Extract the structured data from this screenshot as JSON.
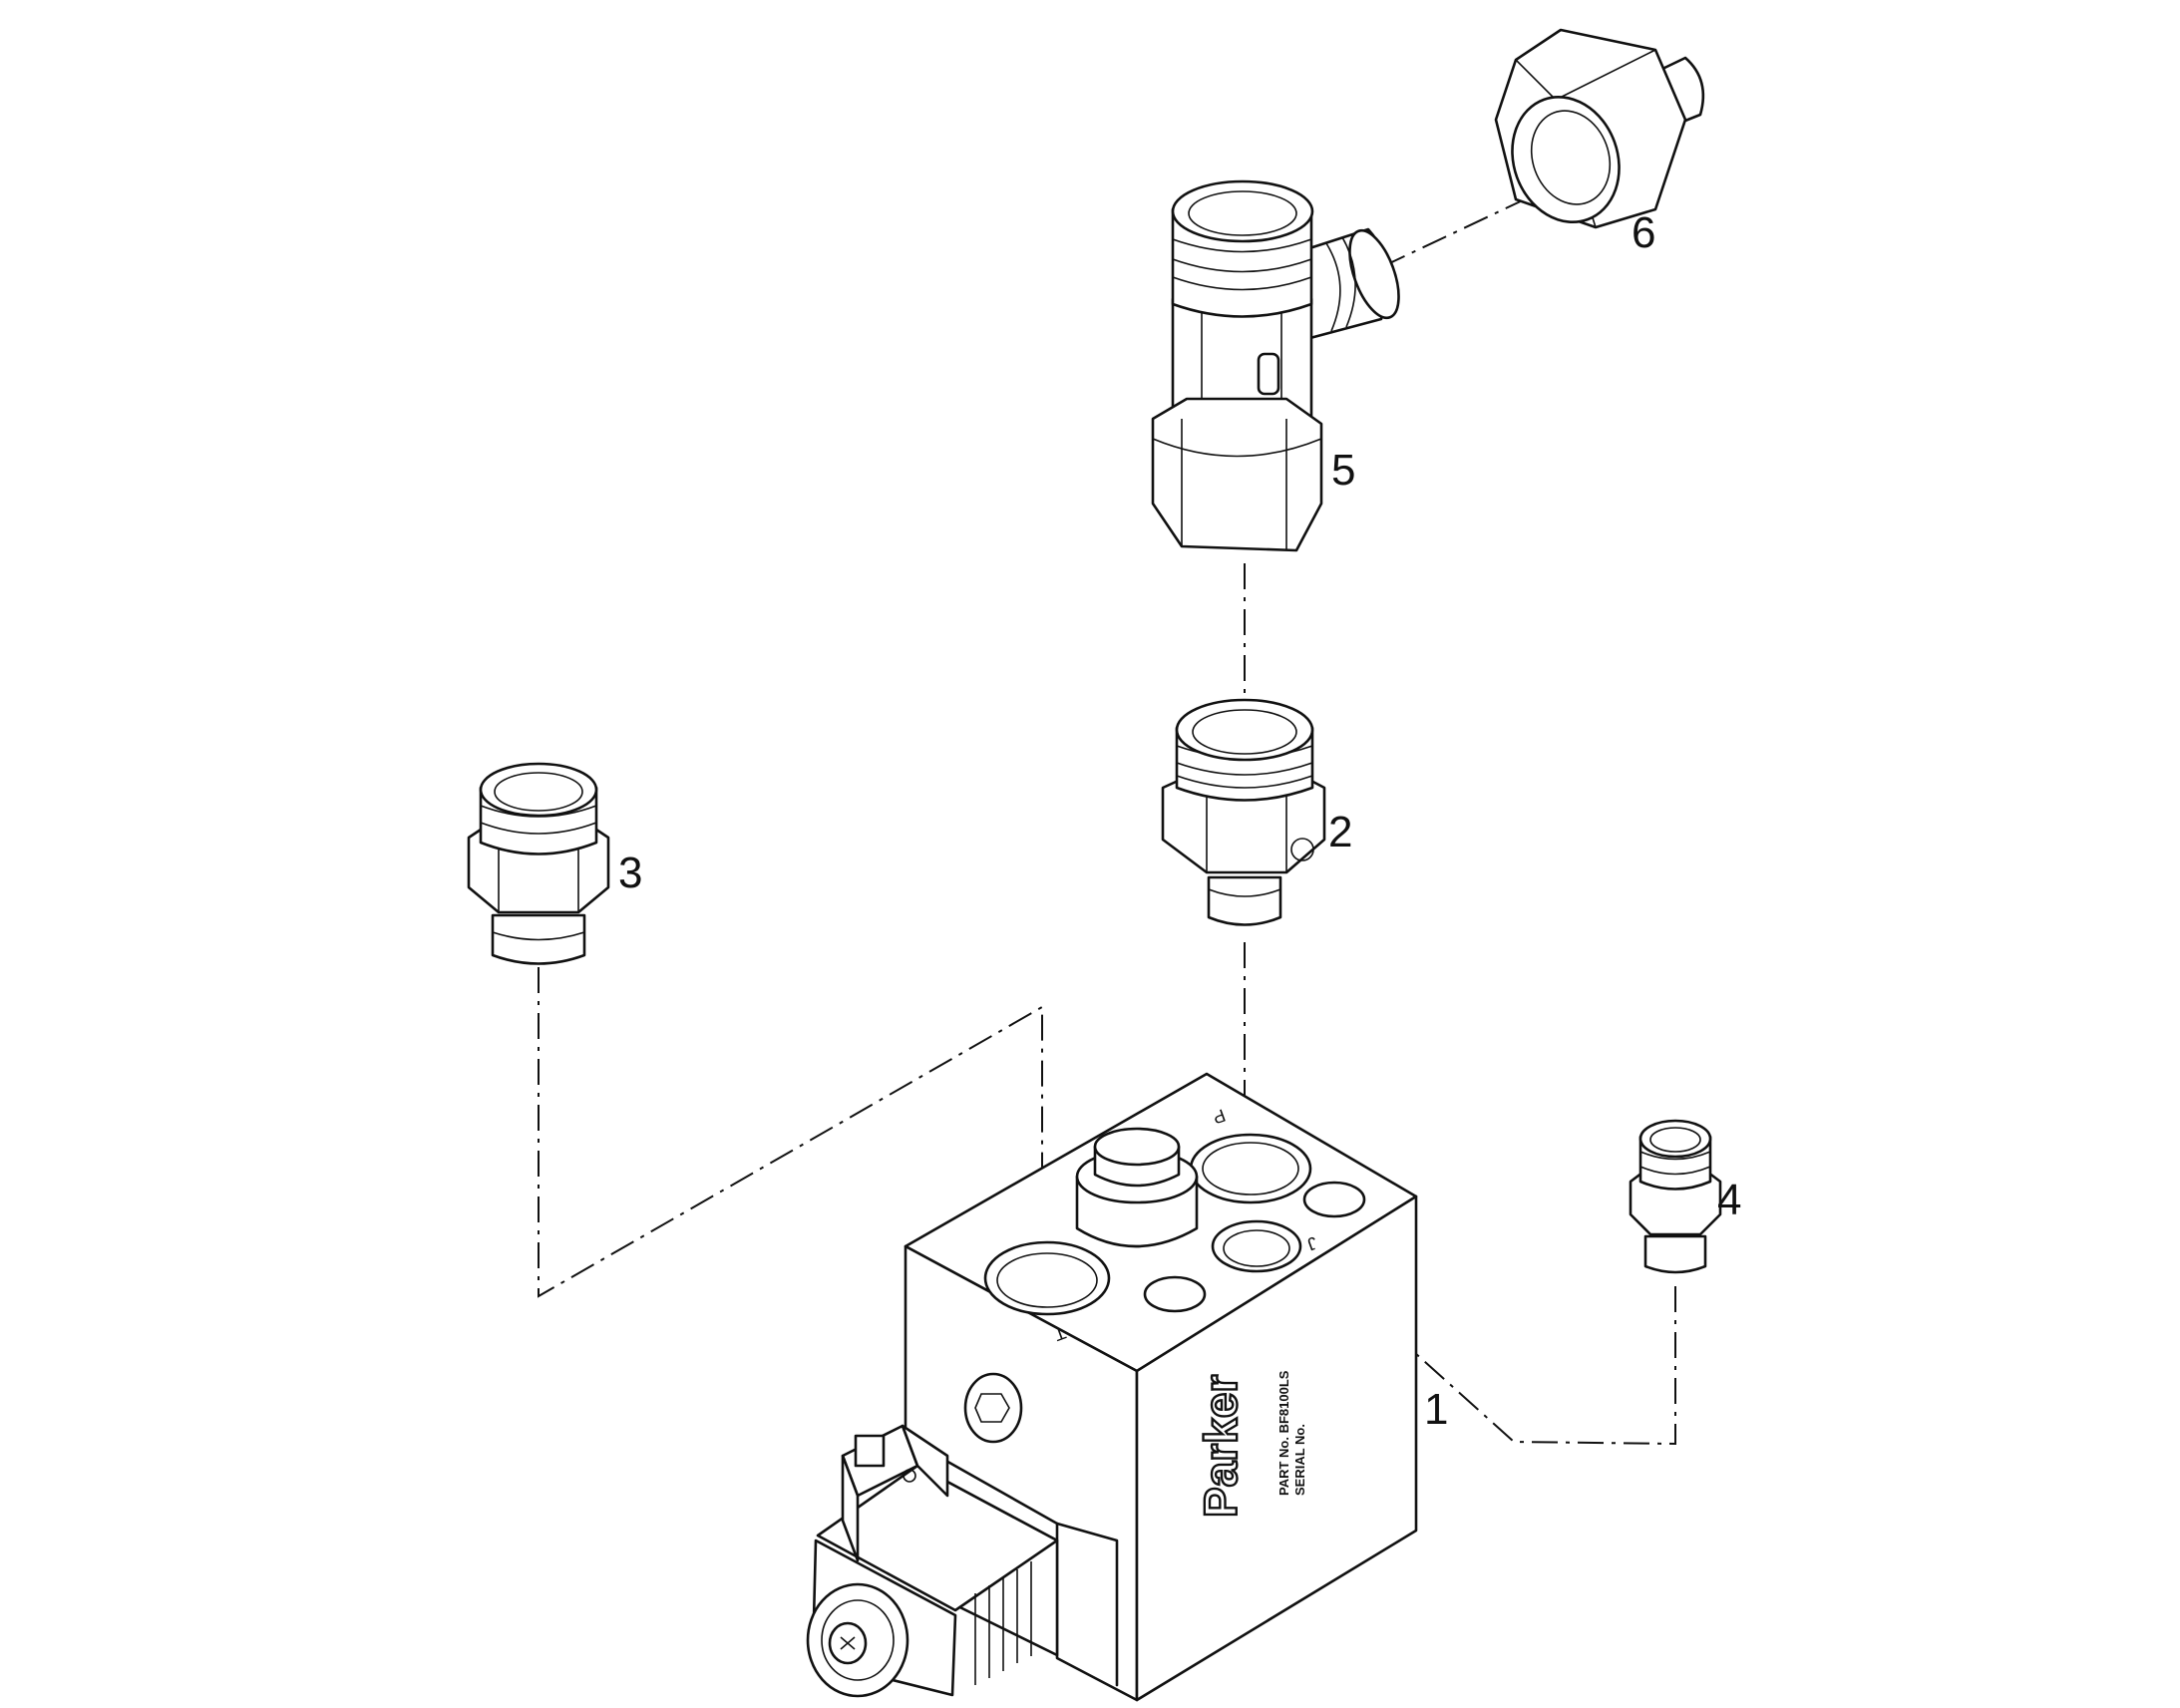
{
  "callouts": [
    {
      "id": "manifold",
      "label": "1"
    },
    {
      "id": "adapter",
      "label": "2"
    },
    {
      "id": "port_fitting",
      "label": "3"
    },
    {
      "id": "small_fitting",
      "label": "4"
    },
    {
      "id": "tee_fitting",
      "label": "5"
    },
    {
      "id": "nut",
      "label": "6"
    }
  ],
  "manifold_markings": {
    "brand": "Parker",
    "part_no": "PART No. BF8100LS",
    "serial_no": "SERIAL No.",
    "ports": [
      "P",
      "T",
      "J"
    ]
  },
  "colors": {
    "line": "#111111",
    "background": "#ffffff"
  }
}
